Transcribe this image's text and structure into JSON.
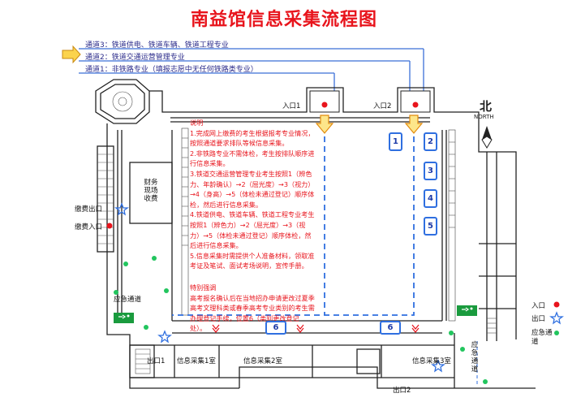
{
  "title": "南益馆信息采集流程图",
  "channels": {
    "c3": "通道3：铁道供电、铁道车辆、铁道工程专业",
    "c2": "通道2：铁道交通运营管理专业",
    "c1": "通道1：非铁路专业（填报志愿中无任何铁路类专业）"
  },
  "entrances": {
    "e1": "入口1",
    "e2": "入口2"
  },
  "north": {
    "cn": "北",
    "en": "NORTH"
  },
  "notes": {
    "heading": "说明",
    "n1": "1.完成网上缴费的考生根据报考专业情况，按照通道要求排队等候信息采集。",
    "n2": "2.非铁路专业不需体检，考生按排队顺序进行信息采集。",
    "n3": "3.铁道交通运营管理专业考生按照1（辨色力、年龄确认）→2（屈光度）→3（视力）→4（身高）→5（体检未通过登记）顺序体检，然后进行信息采集。",
    "n4": "4.铁道供电、铁道车辆、铁道工程专业考生按照1（辨色力）→2（屈光度）→3（视力）→5（体检未通过登记）顺序体检，然后进行信息采集。",
    "n5": "5.信息采集时需提供个人准备材料，领取准考证及笔试、面试考场说明，宣传手册。",
    "special_heading": "特别强调",
    "special": "高考报名确认后在当地招办申请更改过夏季高考文理科类或春季高考专业类别的考生需办理登记手续，位置6（类别更改登记处）。"
  },
  "stations": {
    "s1": "1",
    "s2": "2",
    "s3": "3",
    "s4": "4",
    "s5": "5",
    "s6": "6"
  },
  "finance": {
    "l1": "财务",
    "l2": "现场",
    "l3": "收费"
  },
  "payment": {
    "exit": "缴费出口",
    "entry": "缴费入口"
  },
  "emergency_left": "应急通道",
  "rooms": {
    "r1": "信息采集1室",
    "r2": "信息采集2室",
    "r3": "信息采集3室"
  },
  "exits": {
    "x1": "出口1",
    "x2": "出口2"
  },
  "emergency_right_vertical": "应急通道",
  "legend": {
    "entrance": "入口",
    "exit": "出口",
    "emergency": "应急通道"
  },
  "colors": {
    "red": "#e8141c",
    "blue": "#2f6fe0",
    "navy": "#1c3aa8",
    "green": "#22c55e",
    "orange": "#f5a623"
  }
}
